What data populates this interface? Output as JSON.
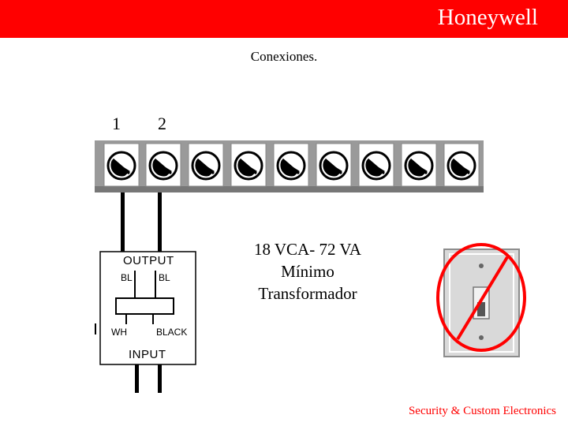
{
  "header": {
    "brand": "Honeywell",
    "brand_color": "#ff0000"
  },
  "title": "Conexiones.",
  "terminals": {
    "labels": [
      "1",
      "2"
    ],
    "count": 9
  },
  "transformer": {
    "output_label": "OUTPUT",
    "output_left": "BL",
    "output_right": "BL",
    "input_left": "WH",
    "input_right": "BLACK",
    "input_label": "INPUT"
  },
  "specs": {
    "line1": "18 VCA- 72 VA",
    "line2": "Mínimo",
    "line3": "Transformador"
  },
  "switch": {
    "icons": [
      "wall-switch-icon",
      "prohibited-icon"
    ]
  },
  "footer": {
    "text": "Security & Custom Electronics"
  }
}
